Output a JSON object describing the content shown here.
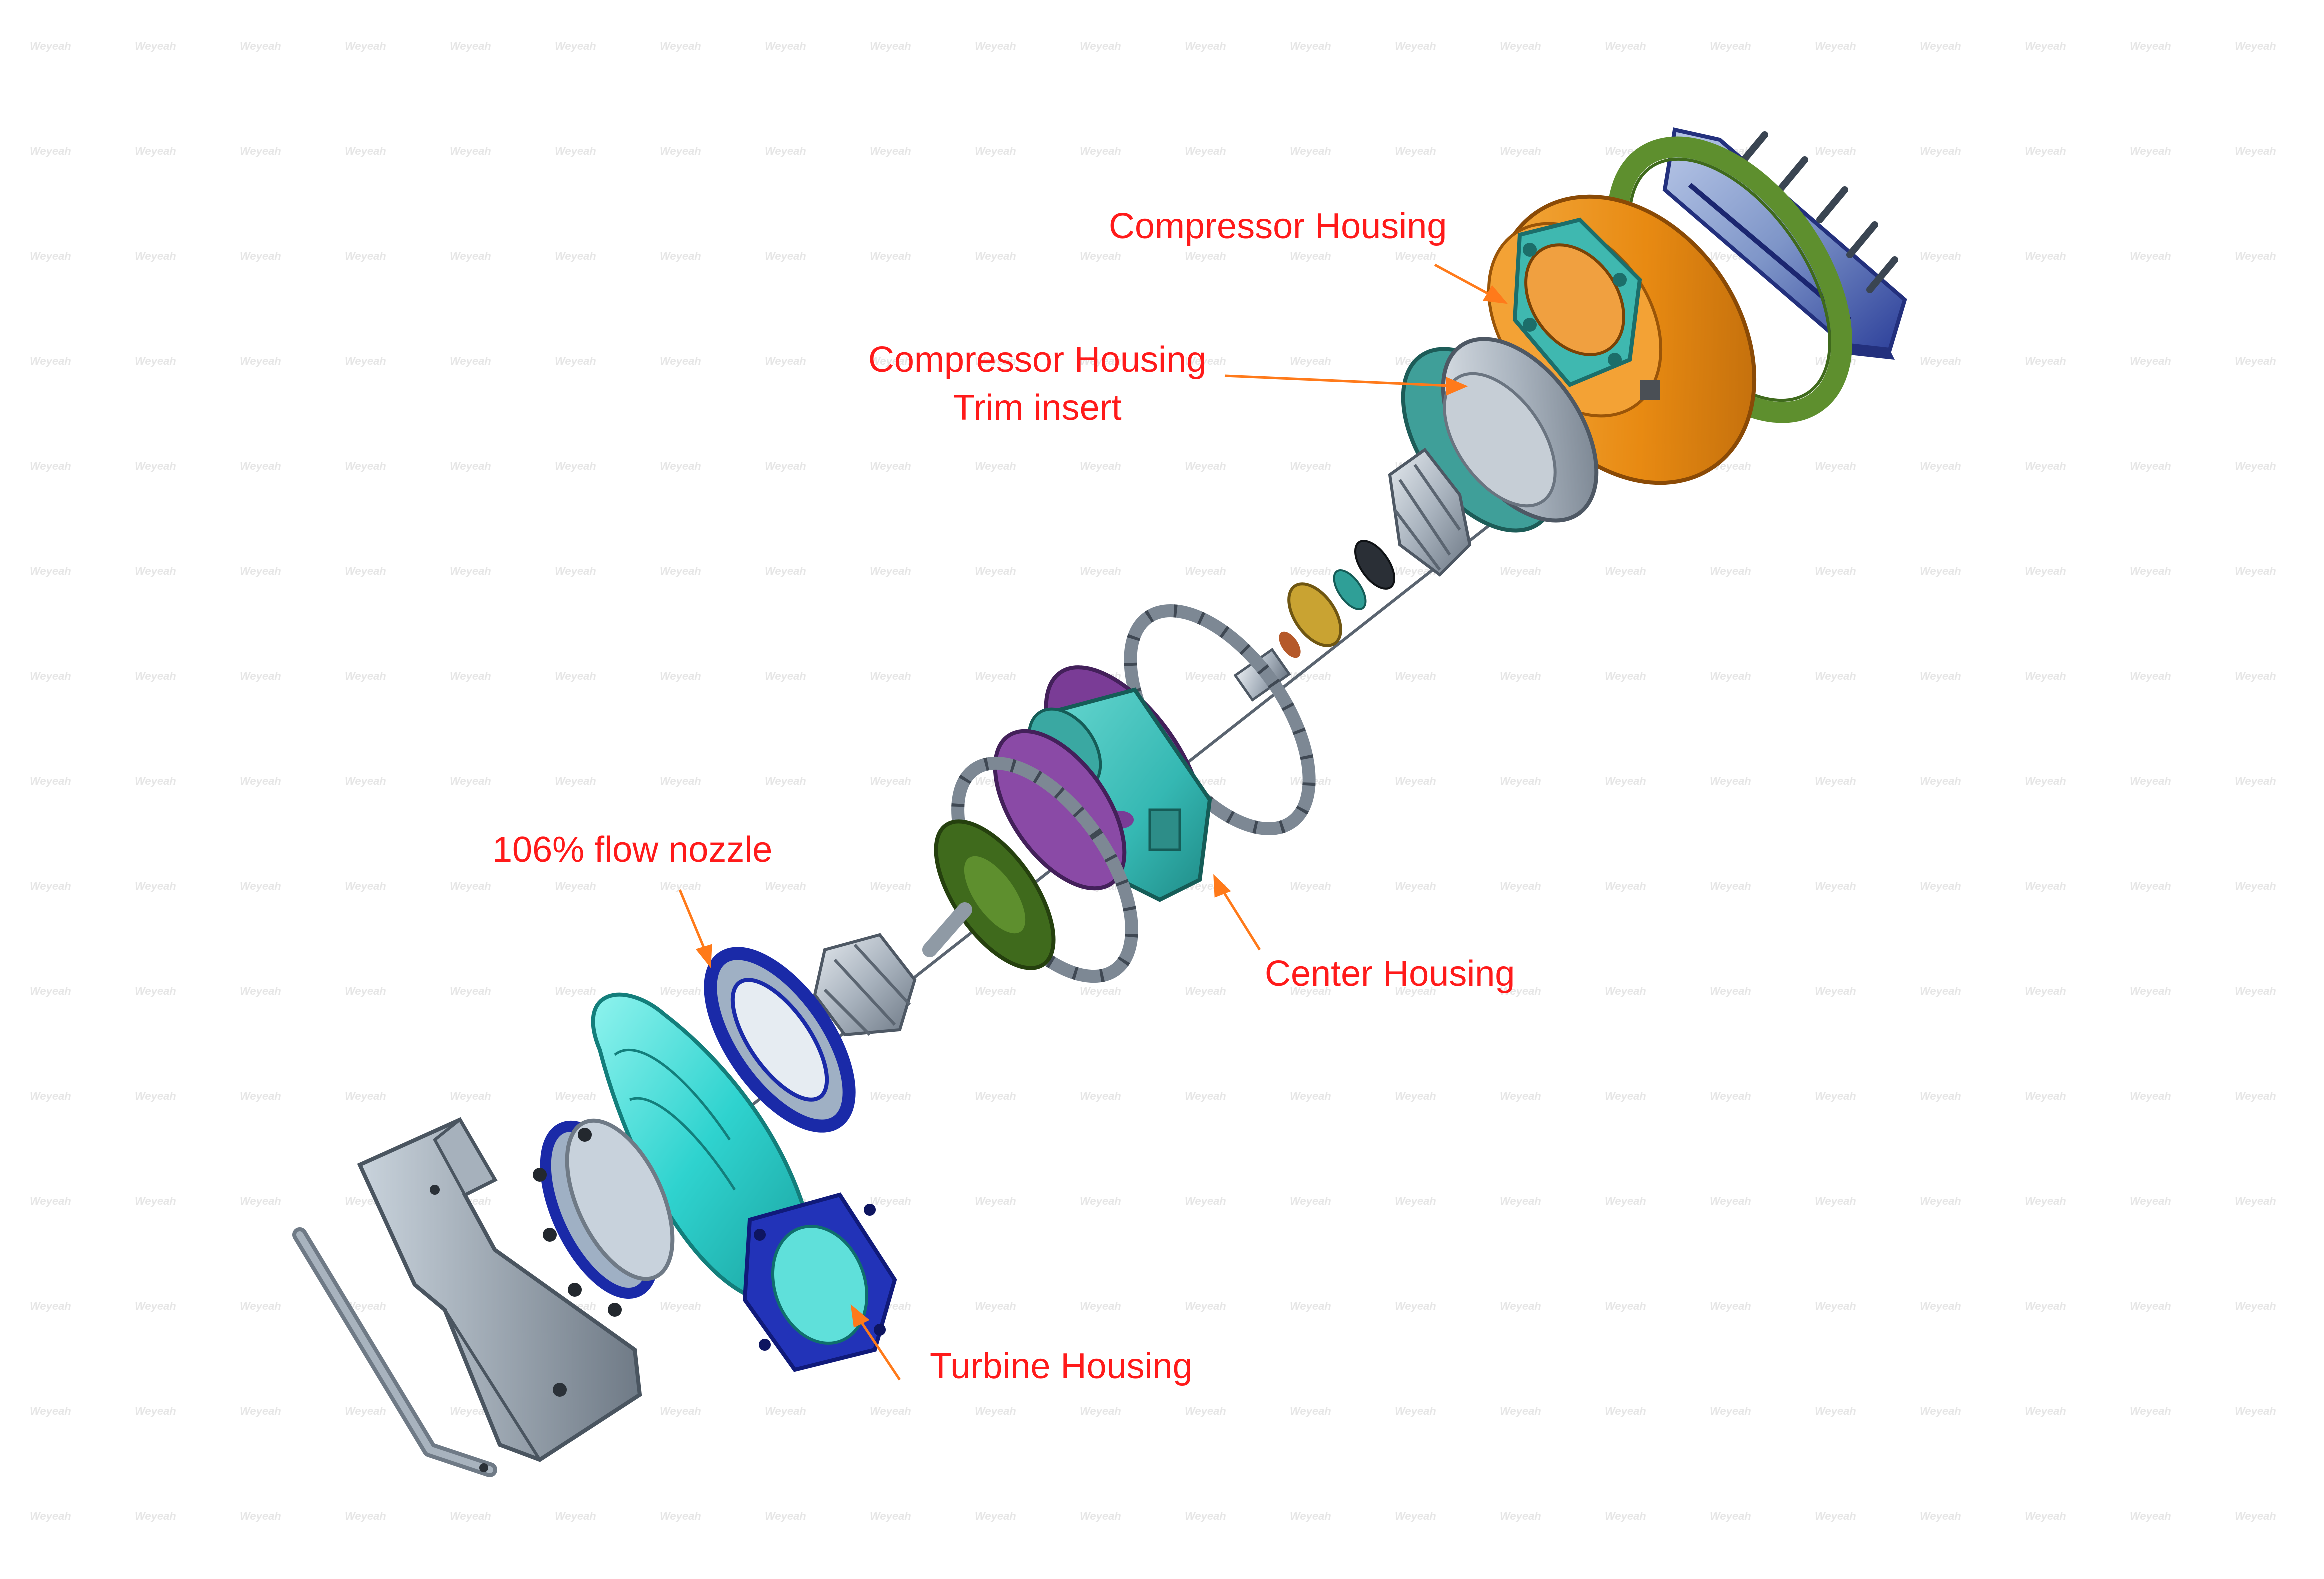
{
  "labels": {
    "compressor_housing": "Compressor Housing",
    "trim_insert_line1": "Compressor Housing",
    "trim_insert_line2": "Trim insert",
    "flow_nozzle": "106% flow nozzle",
    "center_housing": "Center Housing",
    "turbine_housing": "Turbine Housing"
  },
  "watermark": {
    "text": "Weyeah"
  },
  "colors": {
    "label": "#ff1a1a",
    "leader": "#ff7a1a",
    "compressor_housing": "#e88a12",
    "green_ring": "#5e8f2e",
    "plate_blue": "#2c3f9a",
    "teal": "#35b8b3",
    "cyan": "#2fd3cf",
    "purple": "#7a3c96",
    "navy": "#1a2aa8",
    "steel": "#9aa6b3",
    "gray": "#7d8894"
  }
}
